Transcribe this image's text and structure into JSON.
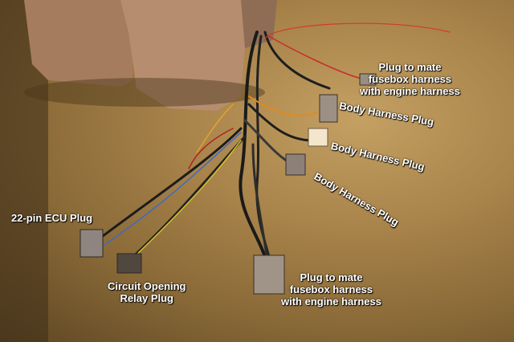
{
  "labels": {
    "top_right_line1": "Plug to mate",
    "top_right_line2": "fusebox harness",
    "top_right_line3": "with engine harness",
    "body_harness_1": "Body Harness Plug",
    "body_harness_2": "Body Harness Plug",
    "body_harness_3": "Body Harness Plug",
    "ecu_plug": "22-pin ECU Plug",
    "relay_line1": "Circuit Opening",
    "relay_line2": "Relay Plug",
    "bottom_line1": "Plug to mate",
    "bottom_line2": "fusebox harness",
    "bottom_line3": "with engine harness"
  },
  "colors": {
    "floor": "#a8834a",
    "stone": "#b58a6a",
    "label_text": "#ffffff"
  }
}
